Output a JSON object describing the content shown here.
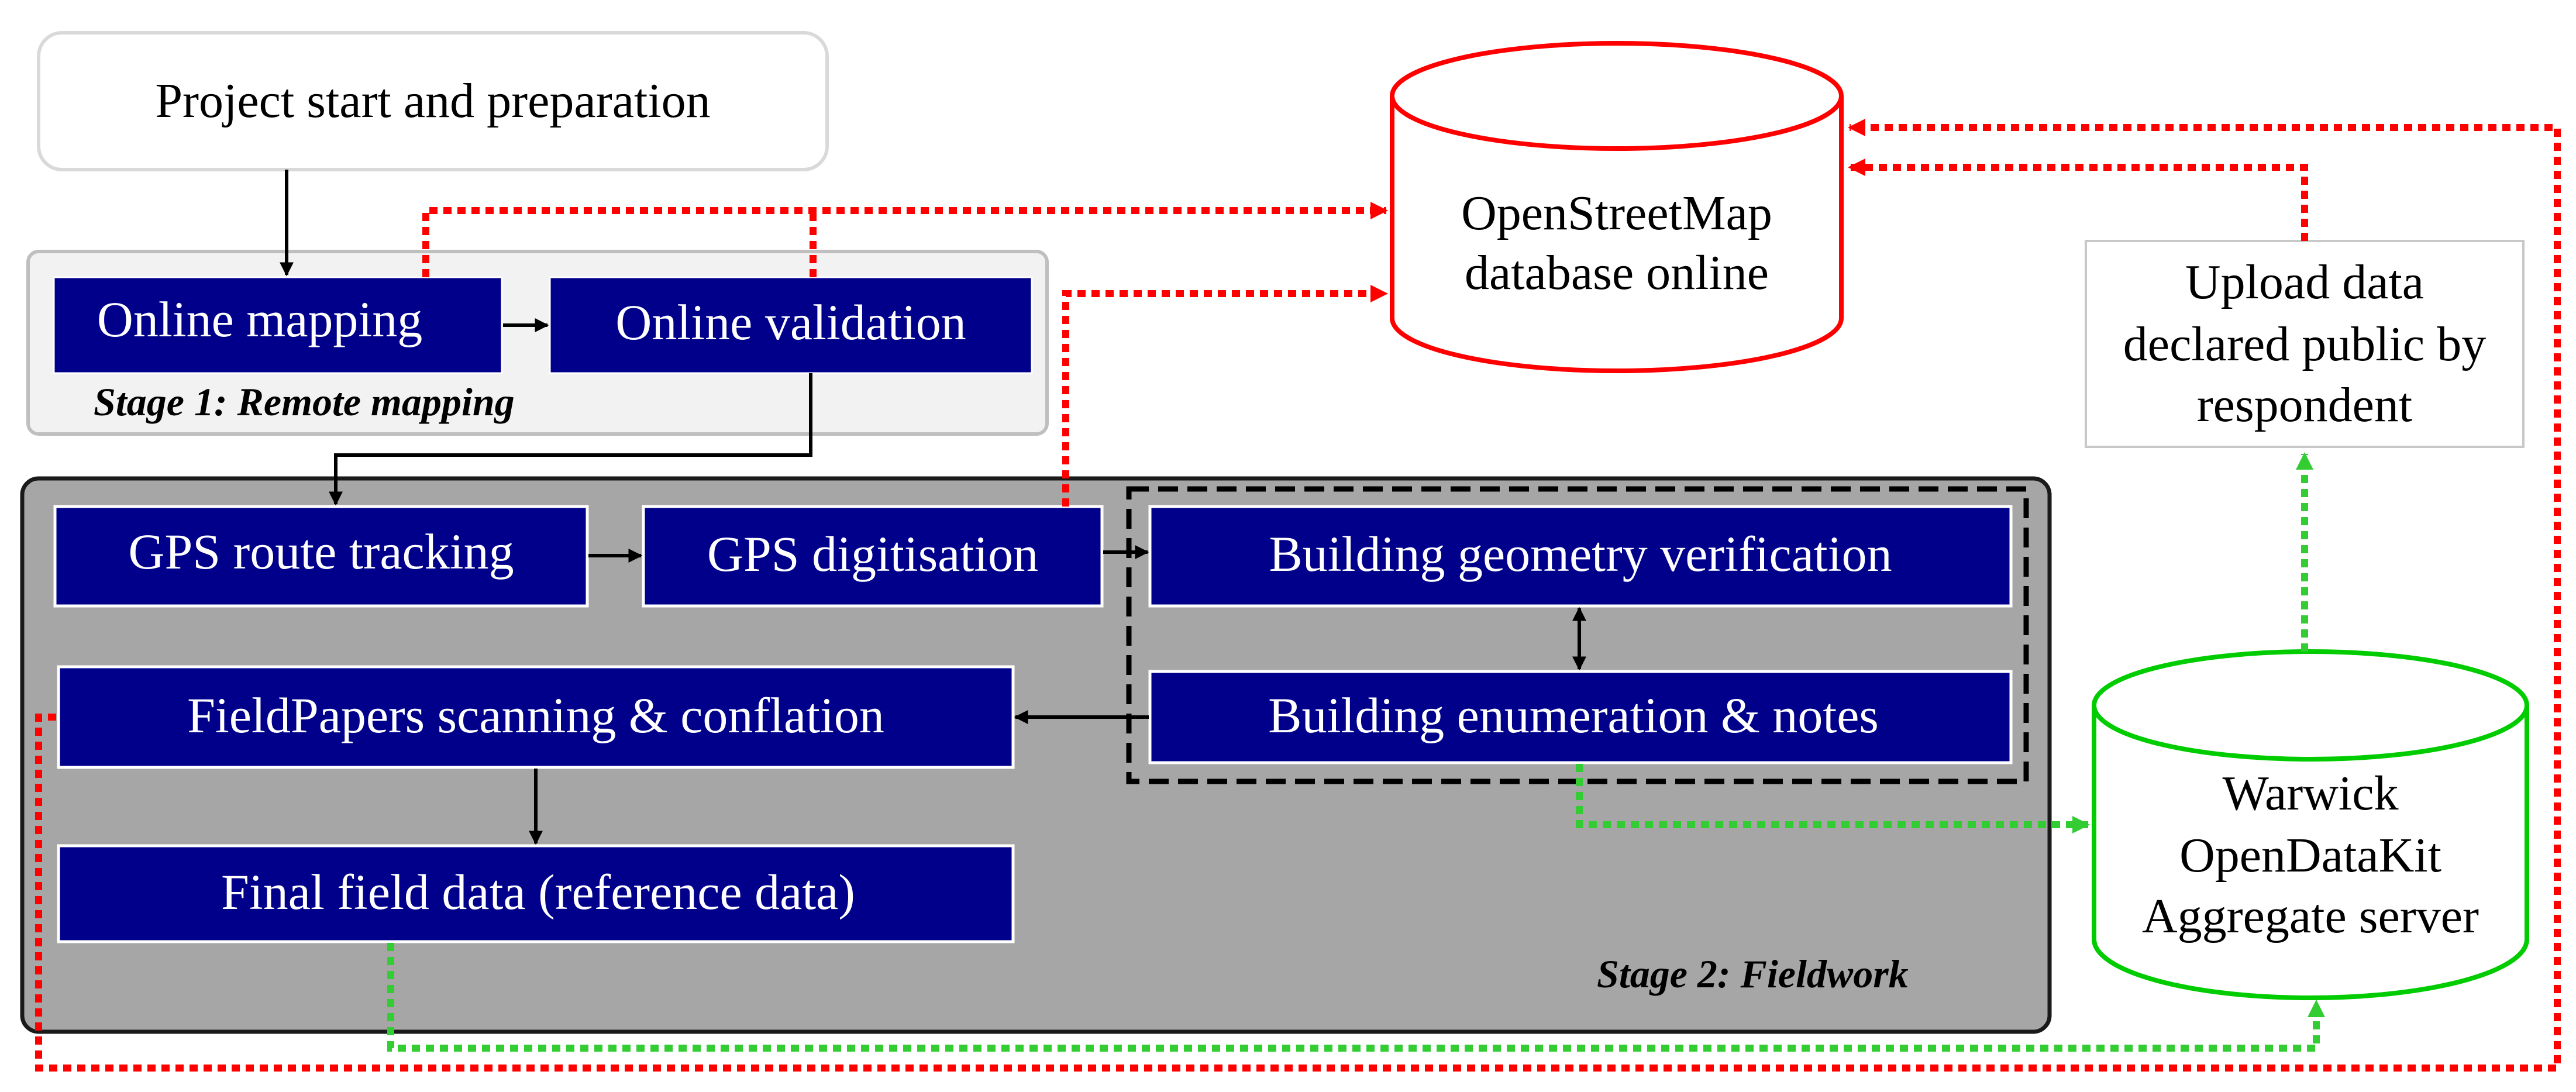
{
  "diagram": {
    "start_box": "Project start and preparation",
    "stage1": {
      "label": "Stage 1: Remote mapping",
      "online_mapping": "Online mapping",
      "online_validation": "Online validation"
    },
    "stage2": {
      "label": "Stage 2: Fieldwork",
      "gps_route_tracking": "GPS route tracking",
      "gps_digitisation": "GPS digitisation",
      "building_geometry": "Building geometry verification",
      "building_enumeration": "Building enumeration & notes",
      "fieldpapers": "FieldPapers scanning & conflation",
      "final_field_data": "Final field data (reference data)"
    },
    "osm_db": {
      "line1": "OpenStreetMap",
      "line2": "database online"
    },
    "upload_box": {
      "line1": "Upload data",
      "line2": "declared public by",
      "line3": "respondent"
    },
    "odk_db": {
      "line1": "Warwick",
      "line2": "OpenDataKit",
      "line3": "Aggregate server"
    }
  },
  "colors": {
    "process_fill": "#00008b",
    "stage1_fill": "#f2f2f2",
    "stage2_fill": "#a6a6a6",
    "osm_stroke": "#ff0000",
    "odk_stroke": "#00cc00",
    "red_flow": "#ff0000",
    "green_flow": "#33cc33"
  }
}
